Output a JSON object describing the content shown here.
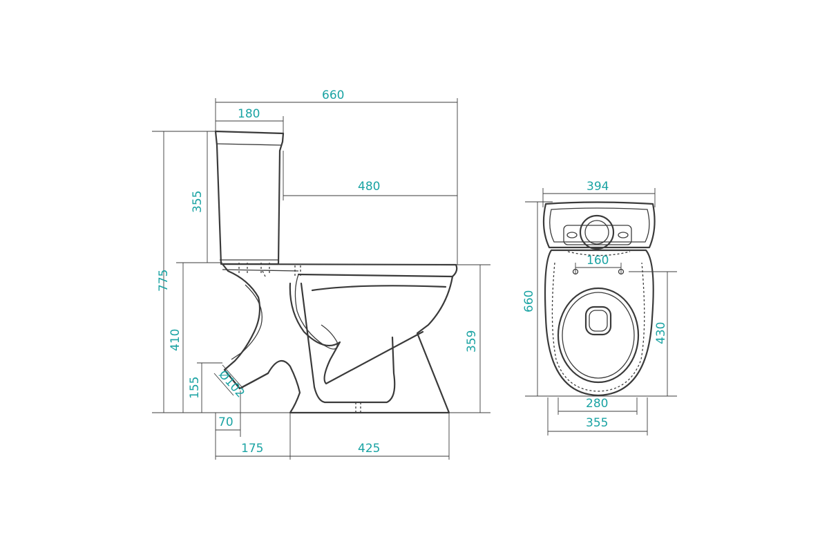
{
  "colors": {
    "dimension_text": "#1aa3a3",
    "line": "#3a3a3a",
    "background": "#ffffff"
  },
  "side_view": {
    "overall_length": "660",
    "tank_depth": "180",
    "tank_to_front": "480",
    "tank_height": "355",
    "overall_height": "775",
    "bowl_height": "410",
    "outlet_height": "155",
    "bowl_rim_height": "359",
    "outlet_offset": "70",
    "outlet_to_foot": "175",
    "foot_length": "425",
    "outlet_diameter": "Ø102"
  },
  "top_view": {
    "tank_width": "394",
    "total_length": "660",
    "mounting_holes": "160",
    "bowl_length": "430",
    "seat_width": "280",
    "bowl_width": "355"
  }
}
